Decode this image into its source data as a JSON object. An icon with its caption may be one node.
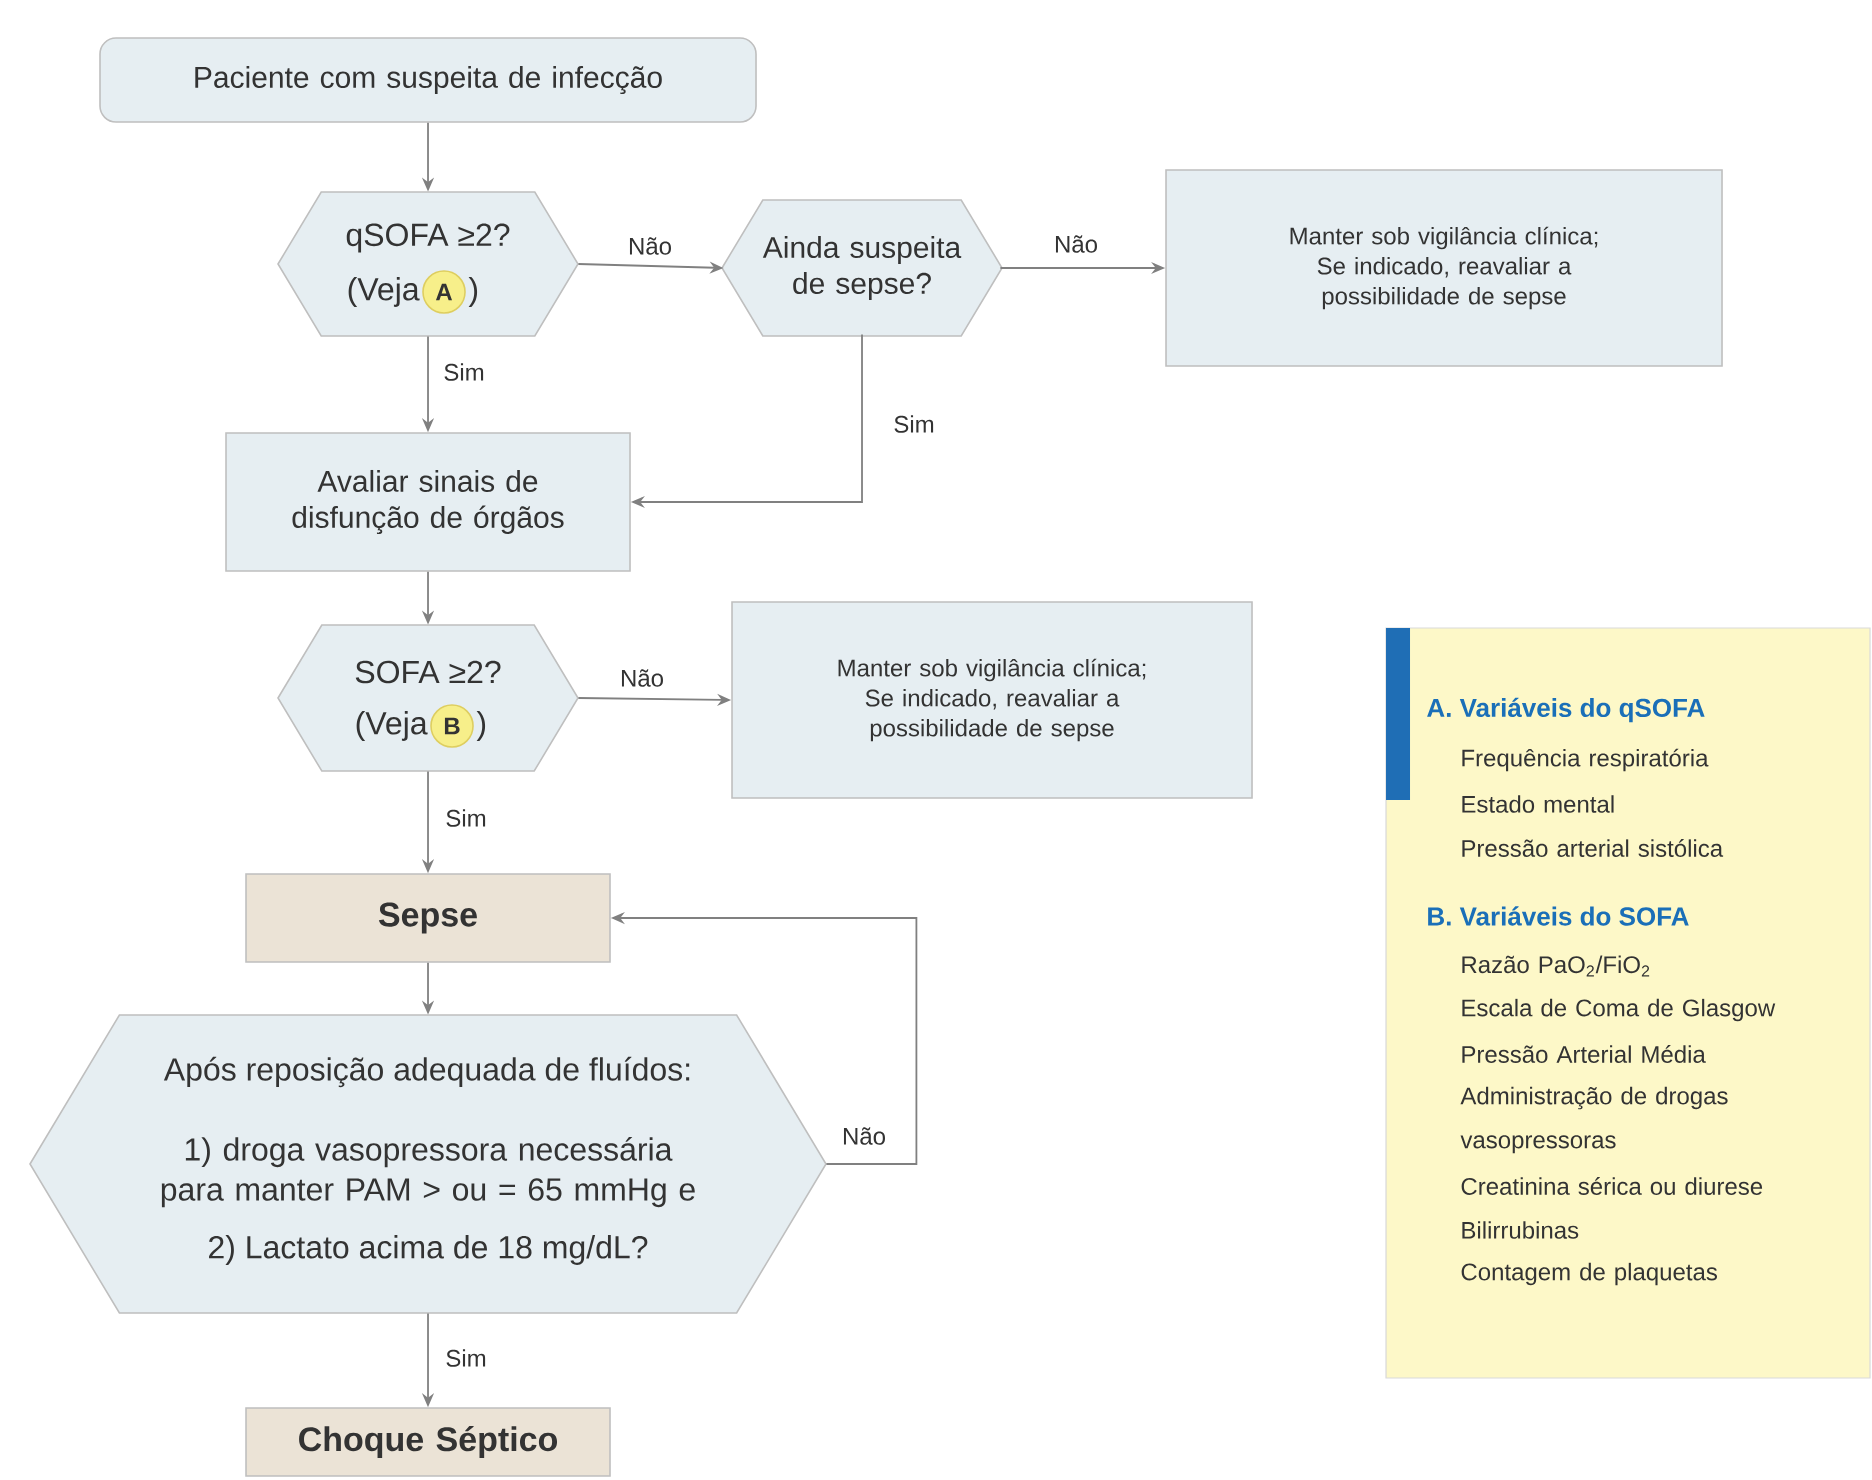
{
  "diagram": {
    "nodes": [
      {
        "text": [
          "Paciente com suspeita de infecção"
        ]
      },
      {
        "text": [
          "qSOFA ≥2?",
          "(Veja",
          ")"
        ]
      },
      {
        "text": [
          "A"
        ],
        "in": 1
      },
      {
        "text": [
          "Ainda suspeita de sepse?"
        ]
      },
      {
        "text": [
          "Manter sob vigilância clínica; Se indicado, reavaliar a possibilidade de sepse"
        ]
      },
      {
        "text": [
          "Avaliar sinais de disfunção de órgãos"
        ]
      },
      {
        "text": [
          "SOFA ≥2?",
          "(Veja",
          ")"
        ]
      },
      {
        "text": [
          "B"
        ],
        "in": 6
      },
      {
        "text": [
          "Manter sob vigilância clínica; Se indicado, reavaliar a possibilidade de sepse"
        ]
      },
      {
        "text": [
          "Sepse"
        ]
      },
      {
        "text": [
          "Após reposição adequada de fluídos:",
          "1) droga vasopressora necessária para manter PAM > ou = 65 mmHg e",
          "2) Lactato acima de 18 mg/dL?"
        ]
      },
      {
        "text": [
          "Choque Séptico"
        ]
      },
      {
        "text": [
          "A. Variáveis do qSOFA",
          "Frequência respiratória",
          "Estado mental",
          "Pressão arterial sistólica",
          "B. Variáveis do SOFA",
          "Razão PaO$_{2}$/FiO$_{2}$",
          "Escala de Coma de Glasgow",
          "Pressão Arterial Média",
          "Administração de drogas vasopressoras",
          "Creatinina sérica ou diurese",
          "Bilirrubinas",
          "Contagem de plaquetas"
        ]
      }
    ],
    "edges": [
      {
        "from": 0,
        "to": 1,
        "arrow": "to"
      },
      {
        "from": 1,
        "to": 3,
        "arrow": "to",
        "label": "Não"
      },
      {
        "from": 3,
        "to": 4,
        "arrow": "to",
        "label": "Não"
      },
      {
        "from": 1,
        "to": 5,
        "arrow": "to",
        "label": "Sim"
      },
      {
        "from": 3,
        "to": 5,
        "arrow": "to",
        "label": "Sim"
      },
      {
        "from": 5,
        "to": 6,
        "arrow": "to"
      },
      {
        "from": 6,
        "to": 8,
        "arrow": "to",
        "label": "Não"
      },
      {
        "from": 6,
        "to": 9,
        "arrow": "to",
        "label": "Sim"
      },
      {
        "from": 9,
        "to": 10,
        "arrow": "to"
      },
      {
        "from": 10,
        "to": 9,
        "arrow": "to",
        "label": "Não"
      },
      {
        "from": 10,
        "to": 11,
        "arrow": "to",
        "label": "Sim"
      }
    ]
  }
}
